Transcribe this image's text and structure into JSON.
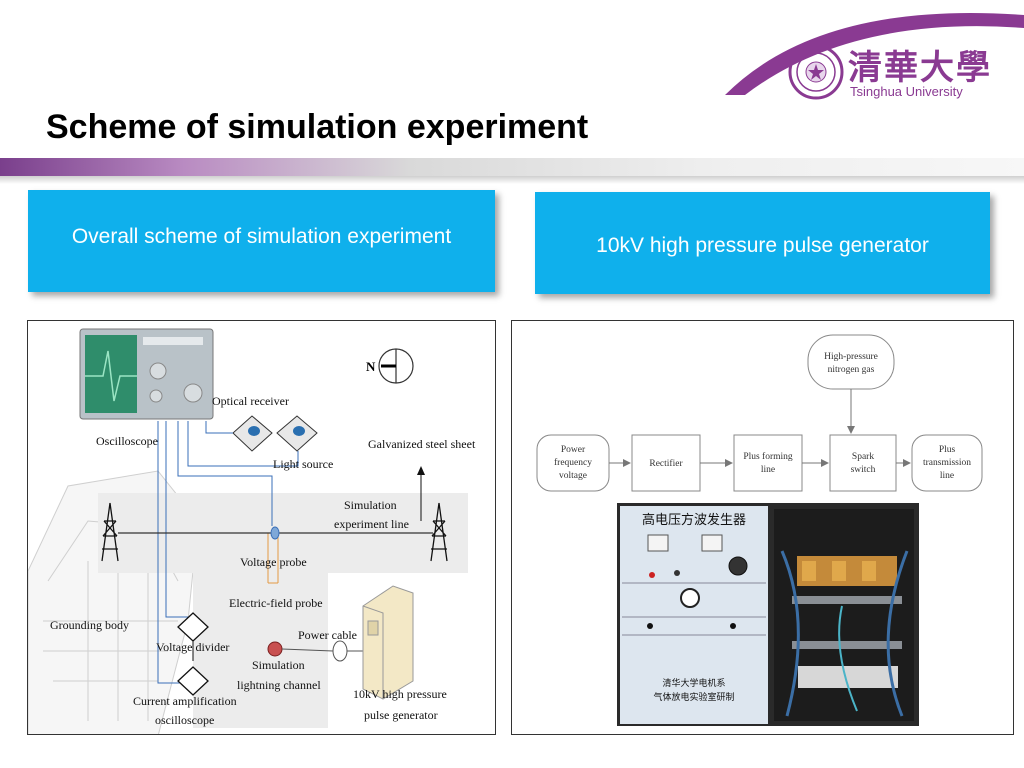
{
  "header": {
    "title": "Scheme of simulation experiment",
    "logo_chinese": "清華大學",
    "logo_english": "Tsinghua University",
    "colors": {
      "brand_purple": "#8a3a92",
      "section_blue": "#0fb0ec"
    }
  },
  "sections": {
    "left_label": "Overall scheme of simulation experiment",
    "right_label": "10kV high pressure pulse generator"
  },
  "scheme_diagram": {
    "labels": {
      "optical_receiver": "Optical receiver",
      "oscilloscope": "Oscilloscope",
      "galvanized_steel_sheet": "Galvanized steel sheet",
      "light_source": "Light source",
      "simulation_line_1": "Simulation",
      "simulation_line_2": "experiment line",
      "voltage_probe": "Voltage probe",
      "electric_field_probe": "Electric-field probe",
      "grounding_body": "Grounding body",
      "power_cable": "Power cable",
      "voltage_divider": "Voltage divider",
      "lightning_channel_1": "Simulation",
      "lightning_channel_2": "lightning channel",
      "current_amp_1": "Current amplification",
      "current_amp_2": "oscilloscope",
      "generator_1": "10kV high pressure",
      "generator_2": "pulse generator",
      "north_mark": "N"
    }
  },
  "pulse_flow": {
    "nitrogen_1": "High-pressure",
    "nitrogen_2": "nitrogen gas",
    "power_1": "Power",
    "power_2": "frequency",
    "power_3": "voltage",
    "rectifier": "Rectifier",
    "forming_1": "Plus forming",
    "forming_2": "line",
    "spark_1": "Spark",
    "spark_2": "switch",
    "tline_1": "Plus",
    "tline_2": "transmission",
    "tline_3": "line"
  },
  "photo": {
    "panel_title": "高电压方波发生器",
    "panel_caption_1": "清华大学电机系",
    "panel_caption_2": "气体放电实验室研制"
  }
}
